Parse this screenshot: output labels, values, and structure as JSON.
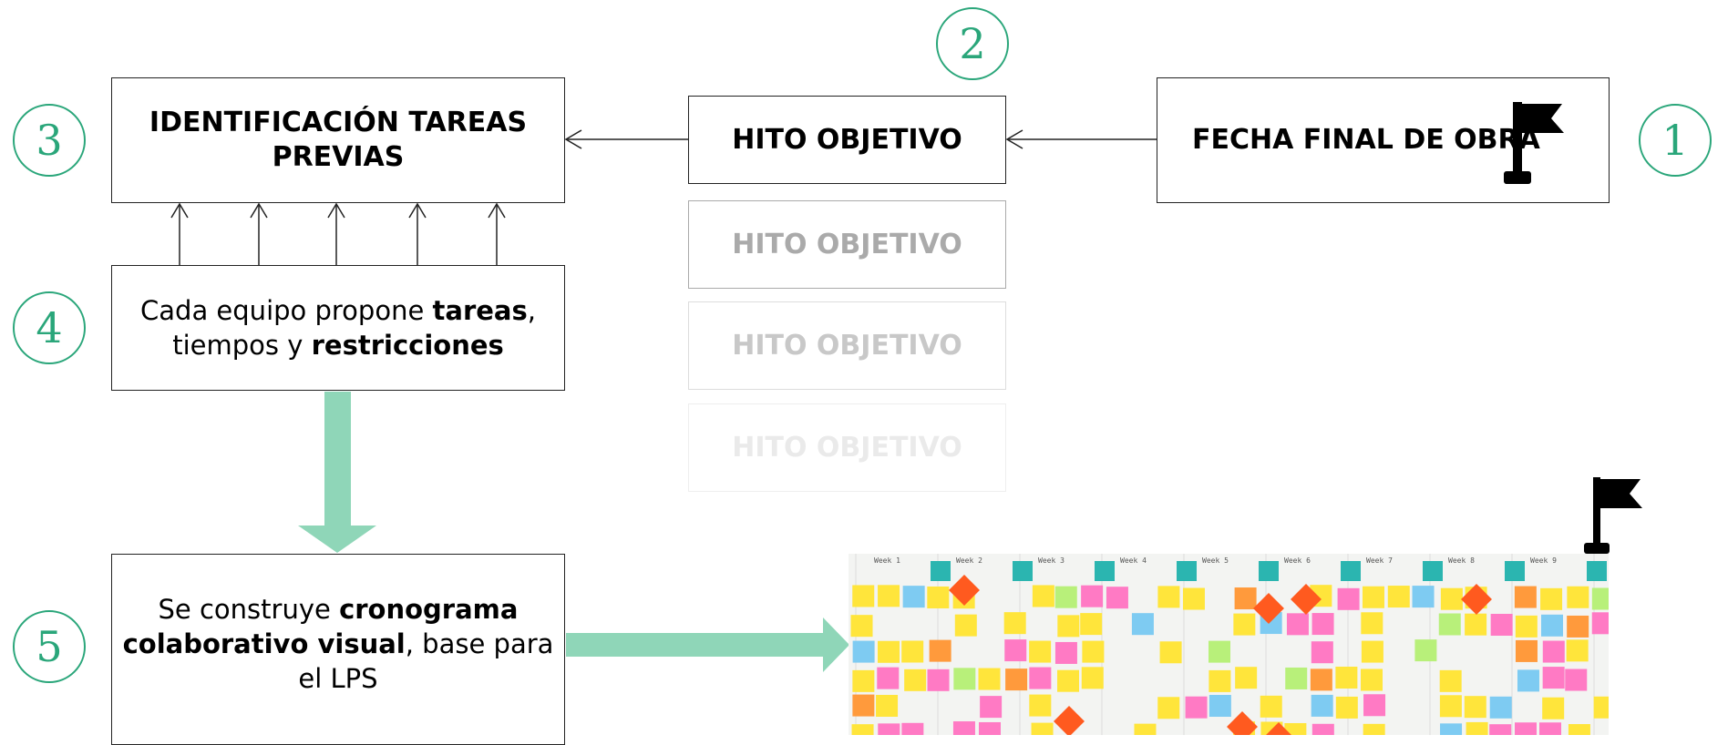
{
  "steps": {
    "step1": {
      "number": "1",
      "label": "FECHA FINAL DE OBRA"
    },
    "step2": {
      "number": "2",
      "label": "HITO OBJETIVO"
    },
    "step3": {
      "number": "3",
      "line1": "IDENTIFICACIÓN TAREAS",
      "line2": "PREVIAS"
    },
    "step4": {
      "number": "4",
      "t1": "Cada equipo propone ",
      "b1": "tareas",
      "t2": ",",
      "t3": "tiempos y ",
      "b2": "restricciones"
    },
    "step5": {
      "number": "5",
      "t1": "Se construye ",
      "b1": "cronograma",
      "b2": "colaborativo visual",
      "t2": ", base para",
      "t3": "el LPS"
    }
  },
  "ghost_milestones": [
    "HITO OBJETIVO",
    "HITO OBJETIVO",
    "HITO OBJETIVO"
  ],
  "board": {
    "weeks": [
      "Week 1",
      "Week 2",
      "Week 3",
      "Week 4",
      "Week 5",
      "Week 6",
      "Week 7",
      "Week 8",
      "Week 9"
    ]
  },
  "colors": {
    "accent": "#2aa67a",
    "arrow_fill": "#8fd6b8"
  }
}
